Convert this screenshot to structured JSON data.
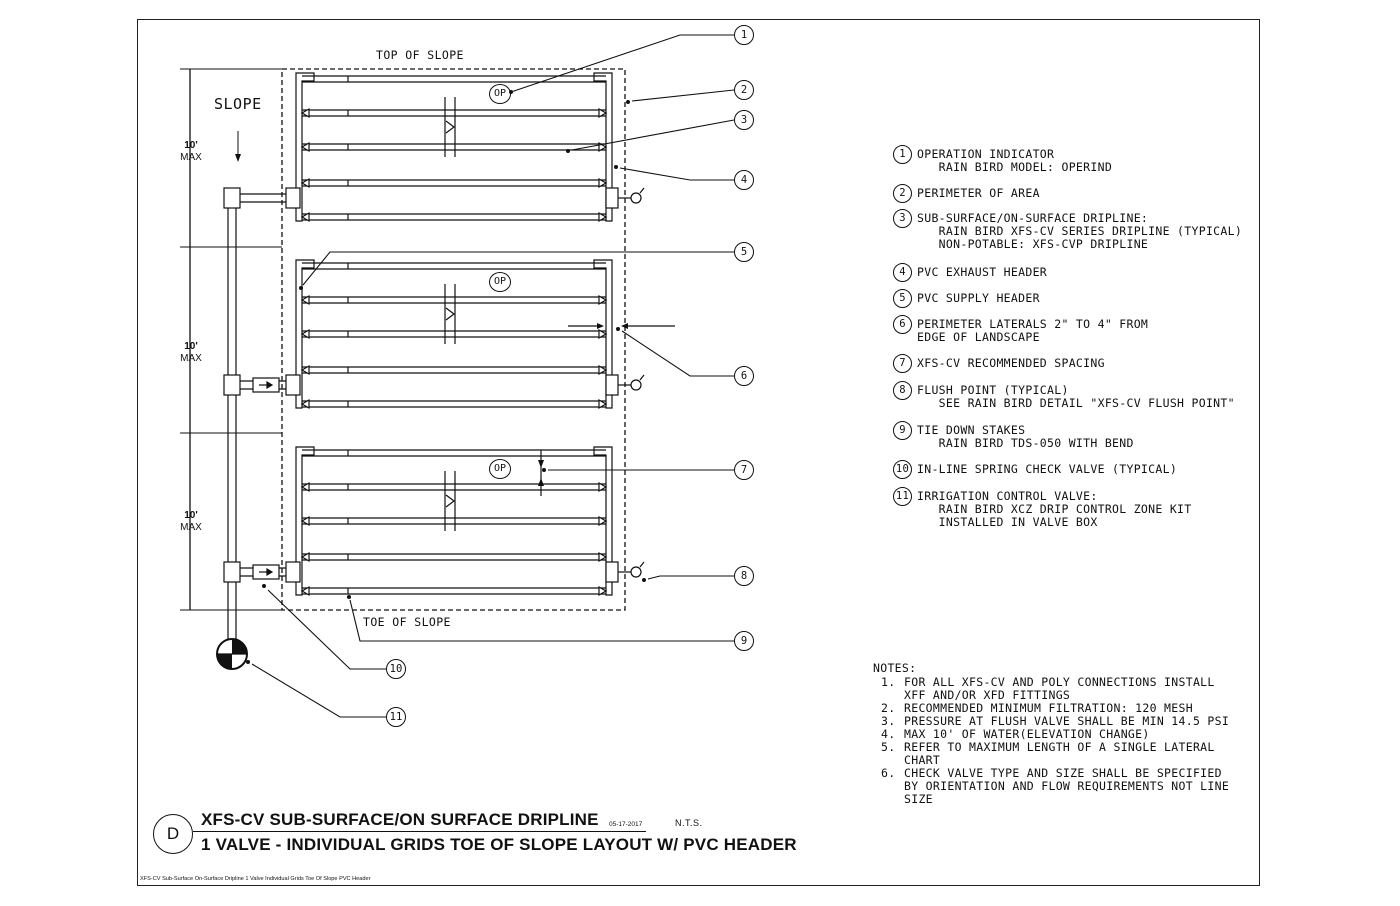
{
  "drawing": {
    "top_label": "TOP OF SLOPE",
    "toe_label": "TOE OF SLOPE",
    "slope_label": "SLOPE",
    "dimensions": [
      {
        "value": "10'",
        "unit": "MAX"
      },
      {
        "value": "10'",
        "unit": "MAX"
      },
      {
        "value": "10'",
        "unit": "MAX"
      }
    ],
    "op_label": "OP",
    "callouts": [
      "1",
      "2",
      "3",
      "4",
      "5",
      "6",
      "7",
      "8",
      "9",
      "10",
      "11"
    ]
  },
  "legend": [
    {
      "num": "1",
      "text": "OPERATION INDICATOR\n   RAIN BIRD MODEL: OPERIND"
    },
    {
      "num": "2",
      "text": "PERIMETER OF AREA"
    },
    {
      "num": "3",
      "text": "SUB-SURFACE/ON-SURFACE DRIPLINE:\n   RAIN BIRD XFS-CV SERIES DRIPLINE (TYPICAL)\n   NON-POTABLE: XFS-CVP DRIPLINE"
    },
    {
      "num": "4",
      "text": "PVC EXHAUST HEADER"
    },
    {
      "num": "5",
      "text": "PVC SUPPLY HEADER"
    },
    {
      "num": "6",
      "text": "PERIMETER LATERALS 2\" TO 4\" FROM\nEDGE OF LANDSCAPE"
    },
    {
      "num": "7",
      "text": "XFS-CV RECOMMENDED SPACING"
    },
    {
      "num": "8",
      "text": "FLUSH POINT (TYPICAL)\n   SEE RAIN BIRD DETAIL \"XFS-CV FLUSH POINT\""
    },
    {
      "num": "9",
      "text": "TIE DOWN STAKES\n   RAIN BIRD TDS-050 WITH BEND"
    },
    {
      "num": "10",
      "text": "IN-LINE SPRING CHECK VALVE (TYPICAL)"
    },
    {
      "num": "11",
      "text": "IRRIGATION CONTROL VALVE:\n   RAIN BIRD XCZ DRIP CONTROL ZONE KIT\n   INSTALLED IN VALVE BOX"
    }
  ],
  "notes": {
    "heading": "NOTES:",
    "items": [
      {
        "num": "1.",
        "lines": [
          "FOR ALL XFS-CV AND POLY CONNECTIONS INSTALL",
          "XFF AND/OR XFD FITTINGS"
        ]
      },
      {
        "num": "2.",
        "lines": [
          "RECOMMENDED MINIMUM FILTRATION: 120 MESH"
        ]
      },
      {
        "num": "3.",
        "lines": [
          "PRESSURE AT FLUSH VALVE SHALL BE MIN 14.5 PSI"
        ]
      },
      {
        "num": "4.",
        "lines": [
          "MAX 10' OF WATER(ELEVATION CHANGE)"
        ]
      },
      {
        "num": "5.",
        "lines": [
          "REFER TO MAXIMUM LENGTH OF A SINGLE LATERAL",
          "CHART"
        ]
      },
      {
        "num": "6.",
        "lines": [
          "CHECK VALVE TYPE AND SIZE SHALL BE SPECIFIED",
          "BY ORIENTATION AND FLOW REQUIREMENTS NOT LINE",
          "SIZE"
        ]
      }
    ]
  },
  "title": {
    "detail_letter": "D",
    "line1": "XFS-CV SUB-SURFACE/ON SURFACE DRIPLINE",
    "date": "05-17-2017",
    "scale": "N.T.S.",
    "line2": "1 VALVE - INDIVIDUAL GRIDS TOE OF SLOPE LAYOUT W/ PVC HEADER"
  },
  "footer": "XFS-CV Sub-Surface On-Surface Dripline 1 Valve Individual Grids Toe Of Slope PVC Header"
}
